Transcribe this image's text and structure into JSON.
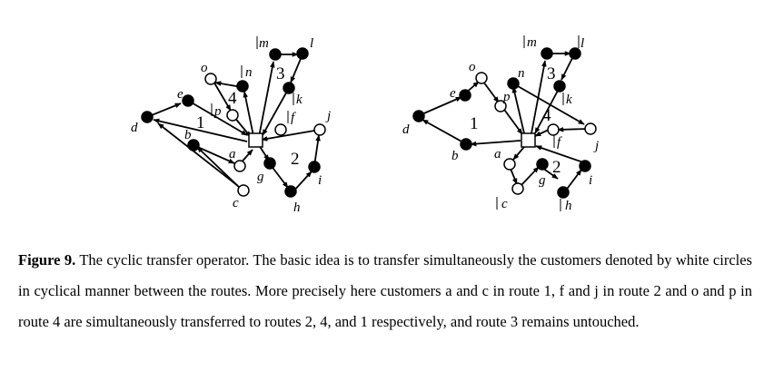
{
  "caption": {
    "figure_label": "Figure 9.",
    "text": " The cyclic transfer operator. The basic idea is to transfer simultaneously the customers denoted by white circles in cyclical manner between the routes. More precisely here customers a and c in route 1, f and j in route 2 and o and p in route 4 are simultaneously transferred to routes 2, 4, and 1 respectively, and route 3 remains untouched."
  },
  "left_diagram": {
    "route_labels": [
      "1",
      "2",
      "3",
      "4"
    ],
    "node_labels": {
      "a": "a",
      "b": "b",
      "c": "c",
      "d": "d",
      "e": "e",
      "f": "f",
      "g": "g",
      "h": "h",
      "i": "i",
      "j": "j",
      "k": "k",
      "l": "l",
      "m": "m",
      "n": "n",
      "o": "o",
      "p": "p"
    }
  },
  "right_diagram": {
    "route_labels": [
      "1",
      "2",
      "3",
      "4"
    ],
    "node_labels": {
      "a": "a",
      "b": "b",
      "c": "c",
      "d": "d",
      "e": "e",
      "f": "f",
      "g": "g",
      "h": "h",
      "i": "i",
      "j": "j",
      "k": "k",
      "l": "l",
      "m": "m",
      "n": "n",
      "o": "o",
      "p": "p"
    }
  }
}
